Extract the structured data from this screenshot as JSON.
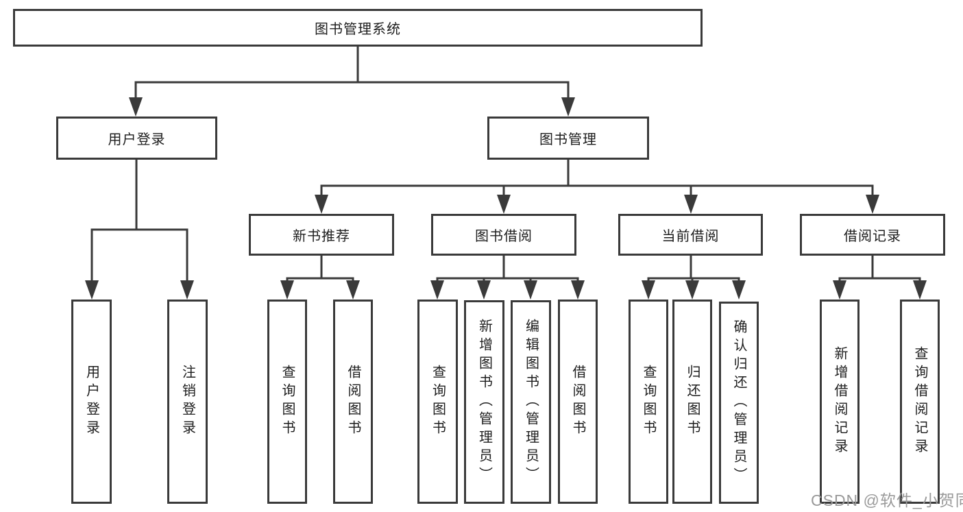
{
  "appearance": {
    "background": "#ffffff",
    "line_color": "#3a3a3a",
    "text_color": "#1d1d1d",
    "watermark_color": "#9a9a9a"
  },
  "watermark": {
    "text": "CSDN @软件_小贺同学"
  },
  "tree": {
    "root": {
      "label": "图书管理系统",
      "children": [
        {
          "label": "用户登录",
          "children": [
            {
              "label": "用户登录"
            },
            {
              "label": "注销登录"
            }
          ]
        },
        {
          "label": "图书管理",
          "children": [
            {
              "label": "新书推荐",
              "children": [
                {
                  "label": "查询图书"
                },
                {
                  "label": "借阅图书"
                }
              ]
            },
            {
              "label": "图书借阅",
              "children": [
                {
                  "label": "查询图书"
                },
                {
                  "label": "新增图书（管理员）"
                },
                {
                  "label": "编辑图书（管理员）"
                },
                {
                  "label": "借阅图书"
                }
              ]
            },
            {
              "label": "当前借阅",
              "children": [
                {
                  "label": "查询图书"
                },
                {
                  "label": "归还图书"
                },
                {
                  "label": "确认归还（管理员）"
                }
              ]
            },
            {
              "label": "借阅记录",
              "children": [
                {
                  "label": "新增借阅记录"
                },
                {
                  "label": "查询借阅记录"
                }
              ]
            }
          ]
        }
      ]
    }
  }
}
